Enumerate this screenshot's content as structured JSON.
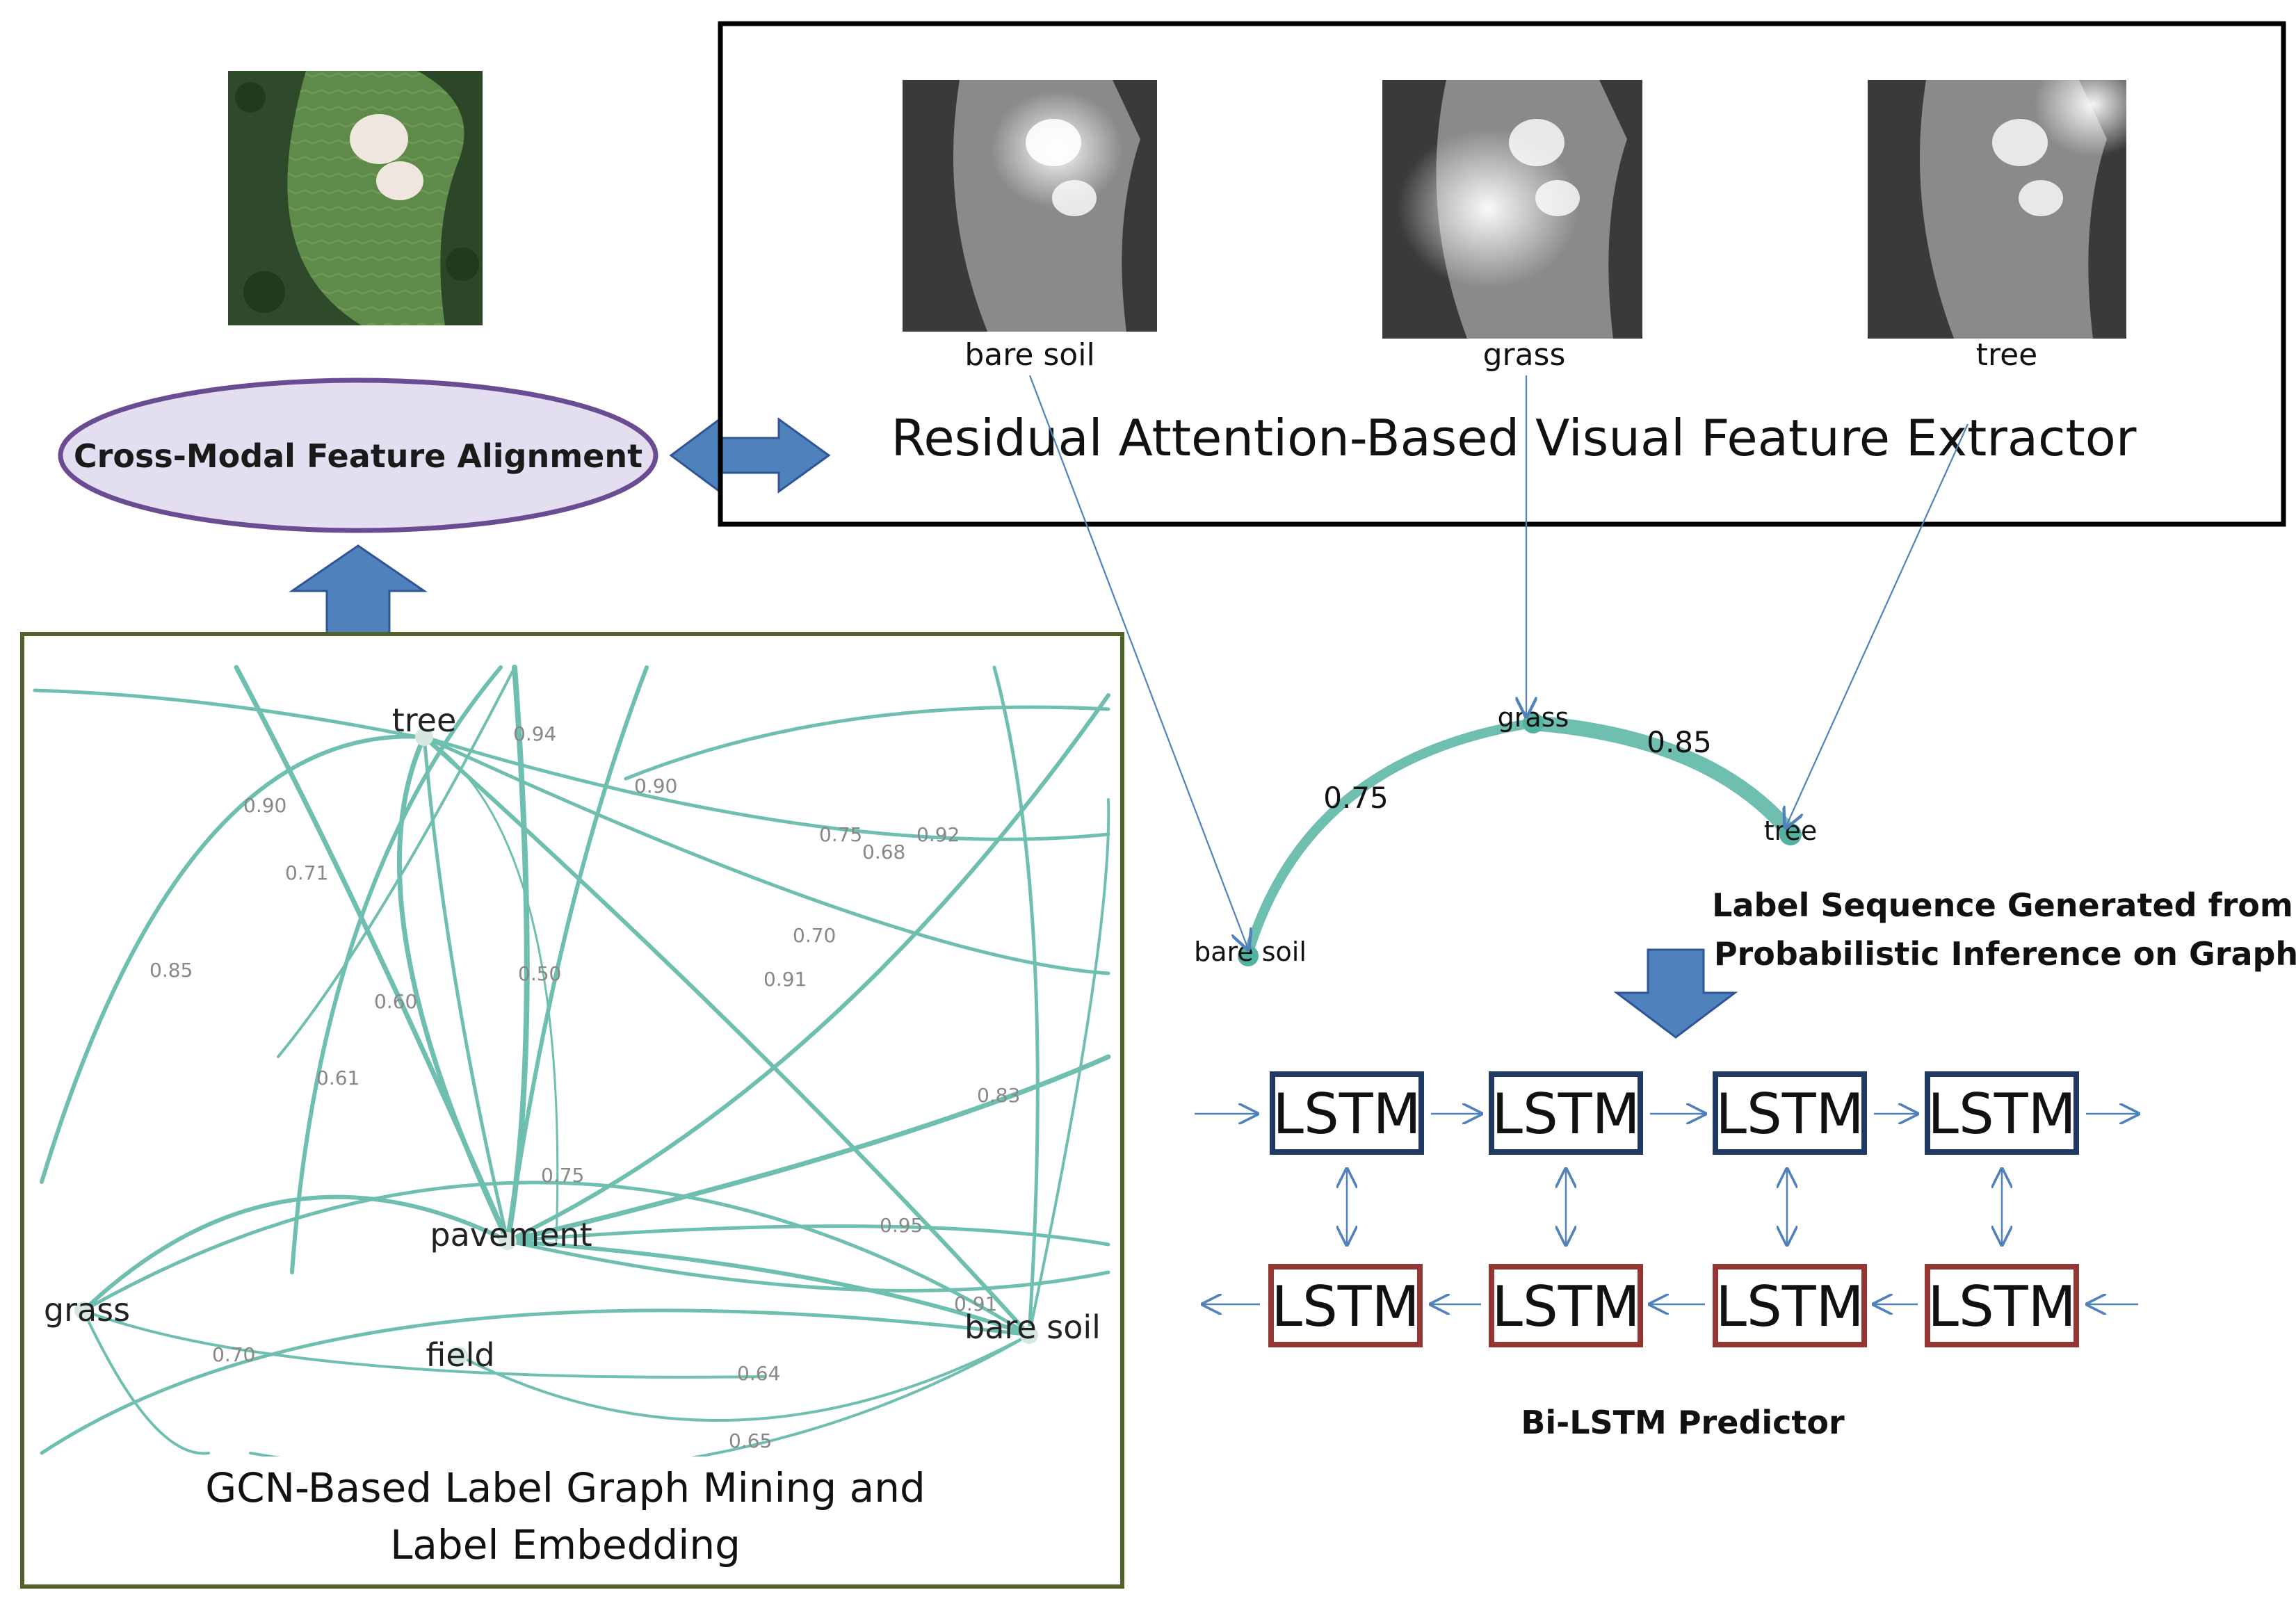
{
  "alignment": {
    "label": "Cross-Modal Feature Alignment"
  },
  "extractor": {
    "title": "Residual Attention-Based Visual Feature Extractor",
    "maps": [
      {
        "label": "bare soil"
      },
      {
        "label": "grass"
      },
      {
        "label": "tree"
      }
    ]
  },
  "label_graph": {
    "caption_line1": "GCN-Based Label Graph Mining and",
    "caption_line2": "Label Embedding",
    "nodes": [
      "tree",
      "pavement",
      "grass",
      "field",
      "bare soil"
    ],
    "edge_weights": [
      "0.94",
      "0.90",
      "0.90",
      "0.71",
      "0.85",
      "0.60",
      "0.61",
      "0.50",
      "0.75",
      "0.68",
      "0.92",
      "0.70",
      "0.91",
      "0.83",
      "0.75",
      "0.95",
      "0.91",
      "0.70",
      "0.64",
      "0.65"
    ]
  },
  "sequence": {
    "nodes": [
      "bare soil",
      "grass",
      "tree"
    ],
    "weights": [
      "0.75",
      "0.85"
    ],
    "caption_line1": "Label Sequence Generated from",
    "caption_line2": "Probabilistic Inference on Graph"
  },
  "bilstm": {
    "cell_label": "LSTM",
    "caption": "Bi-LSTM Predictor"
  },
  "colors": {
    "teal": "#6fbfb0",
    "teal_dark": "#52b3a0",
    "arrow_blue": "#4f81bd",
    "forward_border": "#1f3864",
    "backward_border": "#943634",
    "graph_frame": "#4f6228",
    "ellipse_fill": "#e4dff0",
    "ellipse_stroke": "#6a4c93"
  }
}
